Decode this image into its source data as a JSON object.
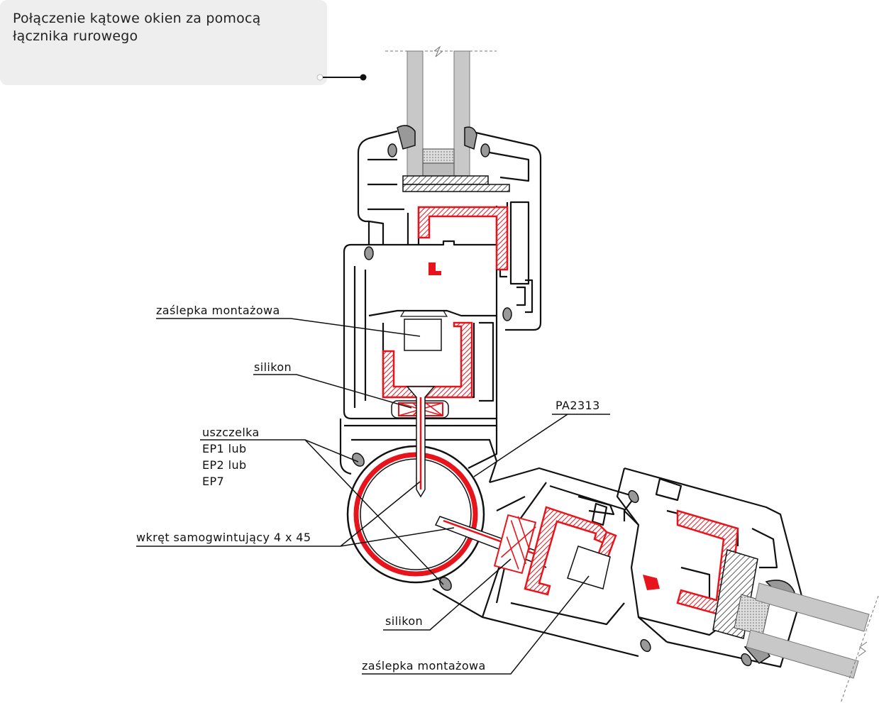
{
  "title": "Połączenie kątowe okien za pomocą\nłącznika rurowego",
  "labels": {
    "zaslepka_top": "zaślepka montażowa",
    "silikon_top": "silikon",
    "pa2313": "PA2313",
    "uszczelka": "uszczelka\nEP1 lub\nEP2 lub\nEP7",
    "wkret": "wkręt samogwintujący 4 x 45",
    "silikon_bottom": "silikon",
    "zaslepka_bottom": "zaślepka montażowa"
  },
  "colors": {
    "profile": "#111111",
    "steel": "#e8141c",
    "glass": "#c8c8c8",
    "title_bg": "#eeeeee"
  }
}
